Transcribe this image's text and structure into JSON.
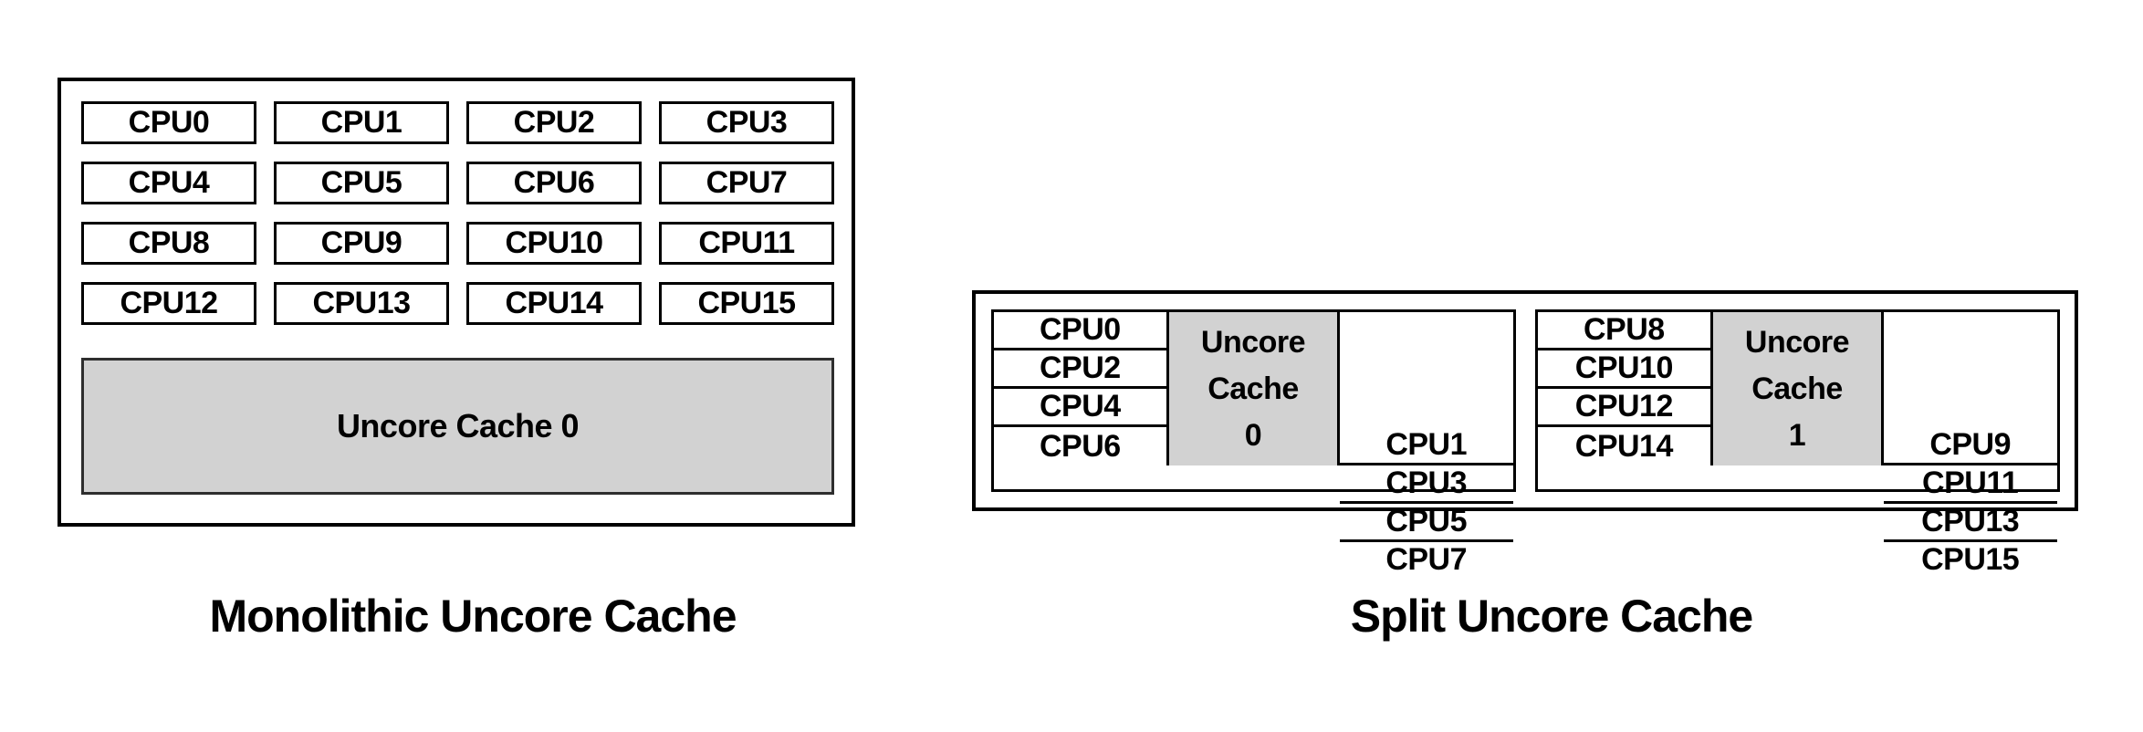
{
  "colors": {
    "background": "#ffffff",
    "border": "#000000",
    "cache_fill": "#d2d2d2",
    "text": "#000000"
  },
  "diagrams": {
    "monolithic": {
      "caption": "Monolithic Uncore Cache",
      "cache_label": "Uncore Cache 0",
      "cpu_grid": [
        [
          "CPU0",
          "CPU1",
          "CPU2",
          "CPU3"
        ],
        [
          "CPU4",
          "CPU5",
          "CPU6",
          "CPU7"
        ],
        [
          "CPU8",
          "CPU9",
          "CPU10",
          "CPU11"
        ],
        [
          "CPU12",
          "CPU13",
          "CPU14",
          "CPU15"
        ]
      ]
    },
    "split": {
      "caption": "Split Uncore Cache",
      "groups": [
        {
          "left_cpus": [
            "CPU0",
            "CPU2",
            "CPU4",
            "CPU6"
          ],
          "cache_lines": [
            "Uncore",
            "Cache",
            "0"
          ],
          "right_cpus": [
            "CPU1",
            "CPU3",
            "CPU5",
            "CPU7"
          ]
        },
        {
          "left_cpus": [
            "CPU8",
            "CPU10",
            "CPU12",
            "CPU14"
          ],
          "cache_lines": [
            "Uncore",
            "Cache",
            "1"
          ],
          "right_cpus": [
            "CPU9",
            "CPU11",
            "CPU13",
            "CPU15"
          ]
        }
      ]
    }
  }
}
